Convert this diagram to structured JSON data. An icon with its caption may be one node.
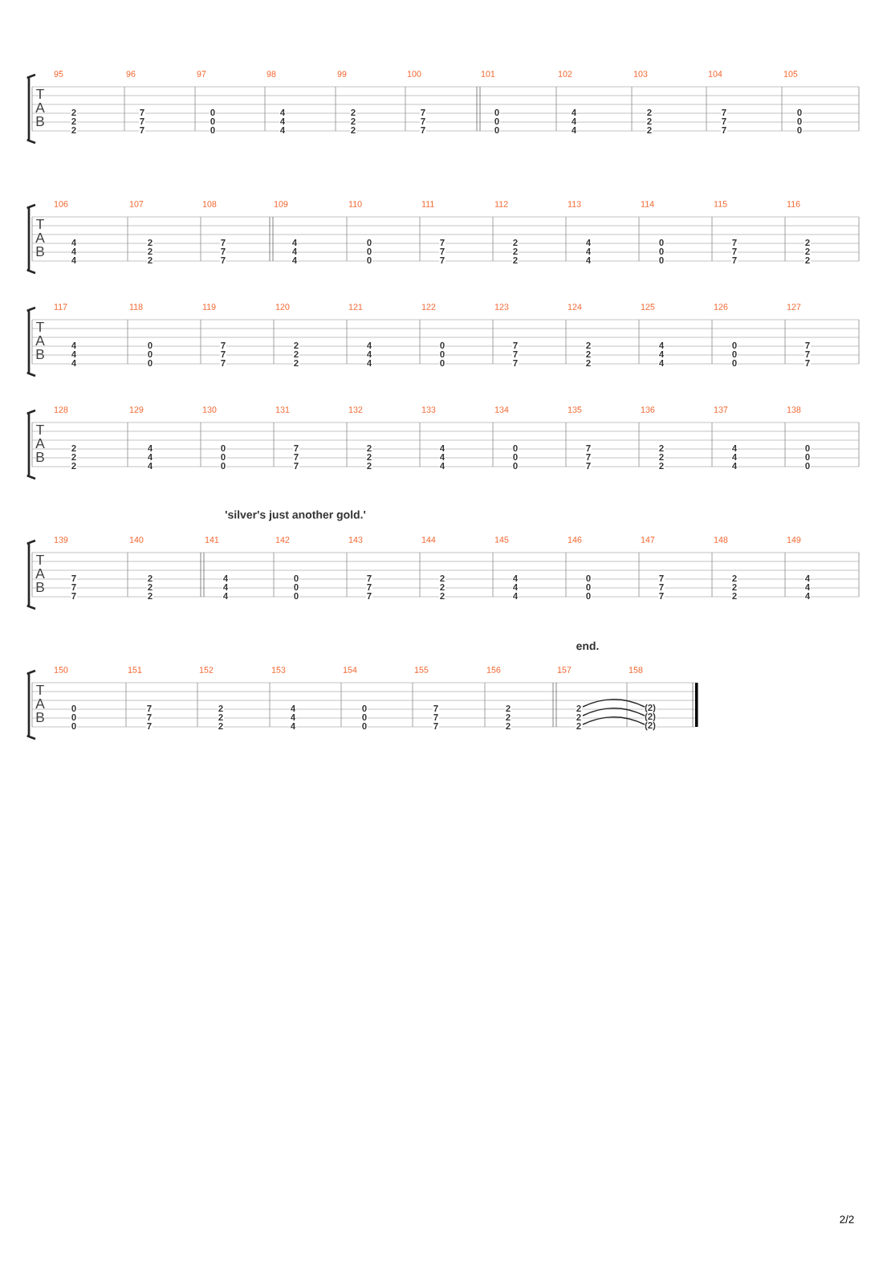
{
  "diagram": {
    "labels": [
      "T",
      "A",
      "B",
      "95",
      "2",
      "2",
      "2",
      "96",
      "7",
      "7",
      "7",
      "97",
      "0",
      "0",
      "0",
      "98",
      "4",
      "4",
      "4",
      "99",
      "2",
      "2",
      "2",
      "100",
      "7",
      "7",
      "7",
      "101",
      "0",
      "0",
      "0",
      "102",
      "4",
      "4",
      "4",
      "103",
      "2",
      "2",
      "2",
      "104",
      "7",
      "7",
      "7",
      "105",
      "0",
      "0",
      "0",
      "T",
      "A",
      "B",
      "106",
      "4",
      "4",
      "4",
      "107",
      "2",
      "2",
      "2",
      "108",
      "7",
      "7",
      "7",
      "109",
      "4",
      "4",
      "4",
      "110",
      "0",
      "0",
      "0",
      "111",
      "7",
      "7",
      "7",
      "112",
      "2",
      "2",
      "2",
      "113",
      "4",
      "4",
      "4",
      "114",
      "0",
      "0",
      "0",
      "115",
      "7",
      "7",
      "7",
      "116",
      "2",
      "2",
      "2",
      "T",
      "A",
      "B",
      "117",
      "4",
      "4",
      "4",
      "118",
      "0",
      "0",
      "0",
      "119",
      "7",
      "7",
      "7",
      "120",
      "2",
      "2",
      "2",
      "121",
      "4",
      "4",
      "4",
      "122",
      "0",
      "0",
      "0",
      "123",
      "7",
      "7",
      "7",
      "124",
      "2",
      "2",
      "2",
      "125",
      "4",
      "4",
      "4",
      "126",
      "0",
      "0",
      "0",
      "127",
      "7",
      "7",
      "7",
      "T",
      "A",
      "B",
      "128",
      "2",
      "2",
      "2",
      "129",
      "4",
      "4",
      "4",
      "130",
      "0",
      "0",
      "0",
      "131",
      "7",
      "7",
      "7",
      "132",
      "2",
      "2",
      "2",
      "133",
      "4",
      "4",
      "4",
      "134",
      "0",
      "0",
      "0",
      "135",
      "7",
      "7",
      "7",
      "136",
      "2",
      "2",
      "2",
      "137",
      "4",
      "4",
      "4",
      "138",
      "0",
      "0",
      "0",
      "'silver's just another gold.'",
      "T",
      "A",
      "B",
      "139",
      "7",
      "7",
      "7",
      "140",
      "2",
      "2",
      "2",
      "141",
      "4",
      "4",
      "4",
      "142",
      "0",
      "0",
      "0",
      "143",
      "7",
      "7",
      "7",
      "144",
      "2",
      "2",
      "2",
      "145",
      "4",
      "4",
      "4",
      "146",
      "0",
      "0",
      "0",
      "147",
      "7",
      "7",
      "7",
      "148",
      "2",
      "2",
      "2",
      "149",
      "4",
      "4",
      "4",
      "end.",
      "T",
      "A",
      "B",
      "150",
      "0",
      "0",
      "0",
      "151",
      "7",
      "7",
      "7",
      "152",
      "2",
      "2",
      "2",
      "153",
      "4",
      "4",
      "4",
      "154",
      "0",
      "0",
      "0",
      "155",
      "7",
      "7",
      "7",
      "156",
      "2",
      "2",
      "2",
      "157",
      "2",
      "2",
      "2",
      "158",
      "(2)",
      "(2)",
      "(2)",
      "2/2"
    ]
  }
}
